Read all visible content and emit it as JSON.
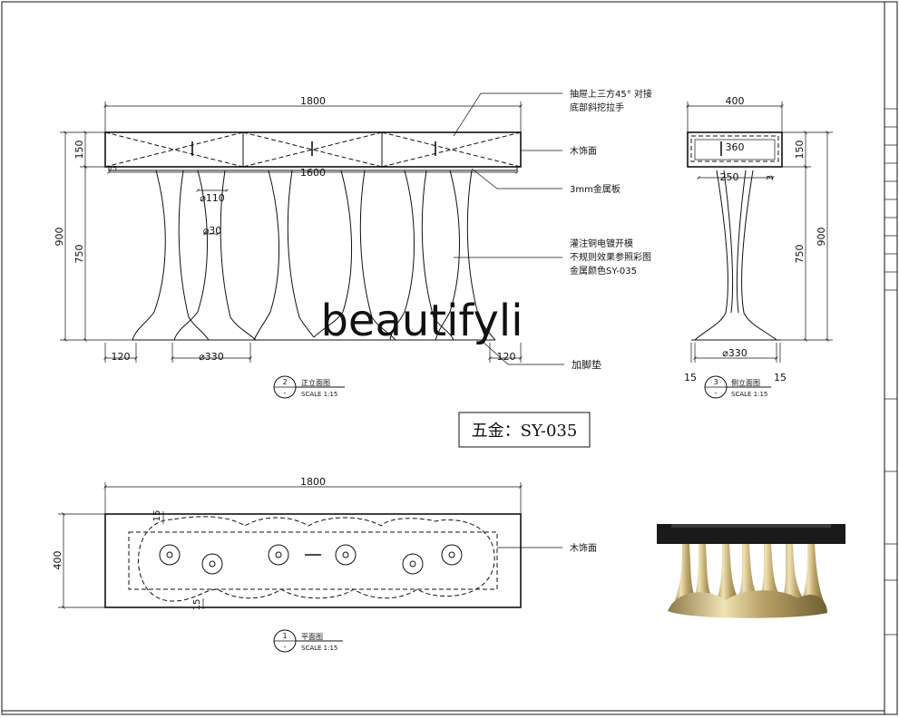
{
  "watermark": "beautifyli",
  "hardware_label": "五金：SY-035",
  "front_view": {
    "dims": {
      "overall_length": "1800",
      "inner_length": "1600",
      "top_height": "150",
      "leg_height": "750",
      "total_height": "900",
      "leg_dia_top": "⌀110",
      "leg_dia_mid": "⌀30",
      "foot_dia": "⌀330",
      "edge_left": "120",
      "edge_right": "120",
      "small_mark": "75"
    },
    "notes": {
      "drawer_line1": "抽屉上三方45° 对接",
      "drawer_line2": "底部斜挖拉手",
      "wood_surface": "木饰面",
      "metal_plate": "3mm金属板",
      "casting_line1": "灌注铜电镀开模",
      "casting_line2": "不规则效果参照彩图",
      "casting_line3": "金属颜色SY-035",
      "foot_pad": "加脚垫"
    },
    "title_num": "2",
    "title": "正立面图",
    "scale": "SCALE 1:15"
  },
  "side_view": {
    "dims": {
      "width": "400",
      "inner_width": "360",
      "top_height": "150",
      "leg_height": "750",
      "total_height": "900",
      "base_width": "250",
      "side_gap": "3",
      "foot_dia": "⌀330",
      "edge_left": "15",
      "edge_right": "15"
    },
    "title_num": "3",
    "title": "侧立面图",
    "scale": "SCALE 1:15"
  },
  "plan_view": {
    "dims": {
      "length": "1800",
      "depth": "400",
      "offset_top": "15",
      "offset_bottom": "15"
    },
    "note_wood": "木饰面",
    "title_num": "1",
    "title": "平面图",
    "scale": "SCALE 1:15"
  },
  "colors": {
    "line": "#111111",
    "product_top": "#1a1a1a",
    "product_gold": "#c8b27a"
  }
}
